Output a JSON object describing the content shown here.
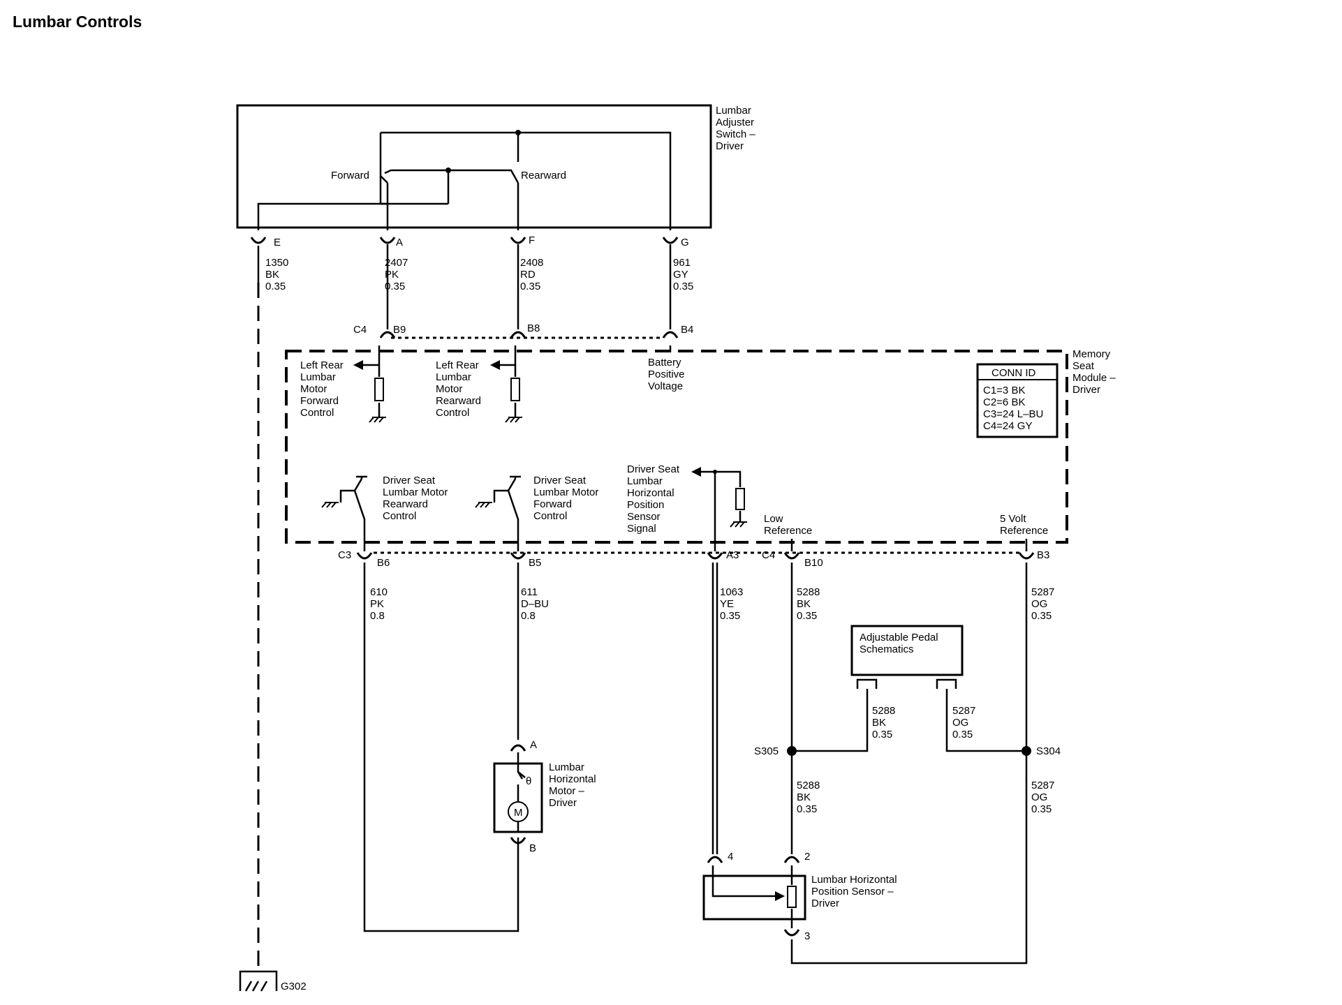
{
  "title": "Lumbar Controls",
  "switch": {
    "name": [
      "Lumbar",
      "Adjuster",
      "Switch –",
      "Driver"
    ],
    "forward": "Forward",
    "rearward": "Rearward",
    "pins": {
      "e": "E",
      "a": "A",
      "f": "F",
      "g": "G"
    }
  },
  "wires_top": {
    "e": [
      "1350",
      "BK",
      "0.35"
    ],
    "a": [
      "2407",
      "PK",
      "0.35"
    ],
    "f": [
      "2408",
      "RD",
      "0.35"
    ],
    "g": [
      "961",
      "GY",
      "0.35"
    ]
  },
  "module": {
    "name": [
      "Memory",
      "Seat",
      "Module –",
      "Driver"
    ],
    "top_conn": "C4",
    "top_pins": {
      "b9": "B9",
      "b8": "B8",
      "b4": "B4"
    },
    "bottom_conn_left": "C3",
    "bottom_conn_right": "C4",
    "bottom_pins": {
      "b6": "B6",
      "b5": "B5",
      "a3": "A3",
      "b10": "B10",
      "b3": "B3"
    },
    "lr_fwd": [
      "Left Rear",
      "Lumbar",
      "Motor",
      "Forward",
      "Control"
    ],
    "lr_rwd": [
      "Left Rear",
      "Lumbar",
      "Motor",
      "Rearward",
      "Control"
    ],
    "battery": [
      "Battery",
      "Positive",
      "Voltage"
    ],
    "ds_rwd": [
      "Driver Seat",
      "Lumbar Motor",
      "Rearward",
      "Control"
    ],
    "ds_fwd": [
      "Driver Seat",
      "Lumbar Motor",
      "Forward",
      "Control"
    ],
    "ds_sensor": [
      "Driver Seat",
      "Lumbar",
      "Horizontal",
      "Position",
      "Sensor",
      "Signal"
    ],
    "low_ref": [
      "Low",
      "Reference"
    ],
    "five_volt": [
      "5 Volt",
      "Reference"
    ],
    "conn_id": {
      "header": "CONN ID",
      "rows": [
        "C1=3 BK",
        "C2=6 BK",
        "C3=24 L–BU",
        "C4=24 GY"
      ]
    }
  },
  "wires_bottom": {
    "b6": [
      "610",
      "PK",
      "0.8"
    ],
    "b5": [
      "611",
      "D–BU",
      "0.8"
    ],
    "a3": [
      "1063",
      "YE",
      "0.35"
    ],
    "b10": [
      "5288",
      "BK",
      "0.35"
    ],
    "b3": [
      "5287",
      "OG",
      "0.35"
    ]
  },
  "pedal": {
    "name": [
      "Adjustable Pedal",
      "Schematics"
    ],
    "w1": [
      "5288",
      "BK",
      "0.35"
    ],
    "w2": [
      "5287",
      "OG",
      "0.35"
    ]
  },
  "splices": {
    "s305": "S305",
    "s304": "S304"
  },
  "wires_lower": {
    "bk": [
      "5288",
      "BK",
      "0.35"
    ],
    "og": [
      "5287",
      "OG",
      "0.35"
    ]
  },
  "motor": {
    "name": [
      "Lumbar",
      "Horizontal",
      "Motor –",
      "Driver"
    ],
    "pin_a": "A",
    "pin_b": "B",
    "symbol": "M",
    "thermal": "θ"
  },
  "sensor": {
    "name": [
      "Lumbar Horizontal",
      "Position Sensor –",
      "Driver"
    ],
    "pin4": "4",
    "pin2": "2",
    "pin3": "3"
  },
  "ground": "G302"
}
